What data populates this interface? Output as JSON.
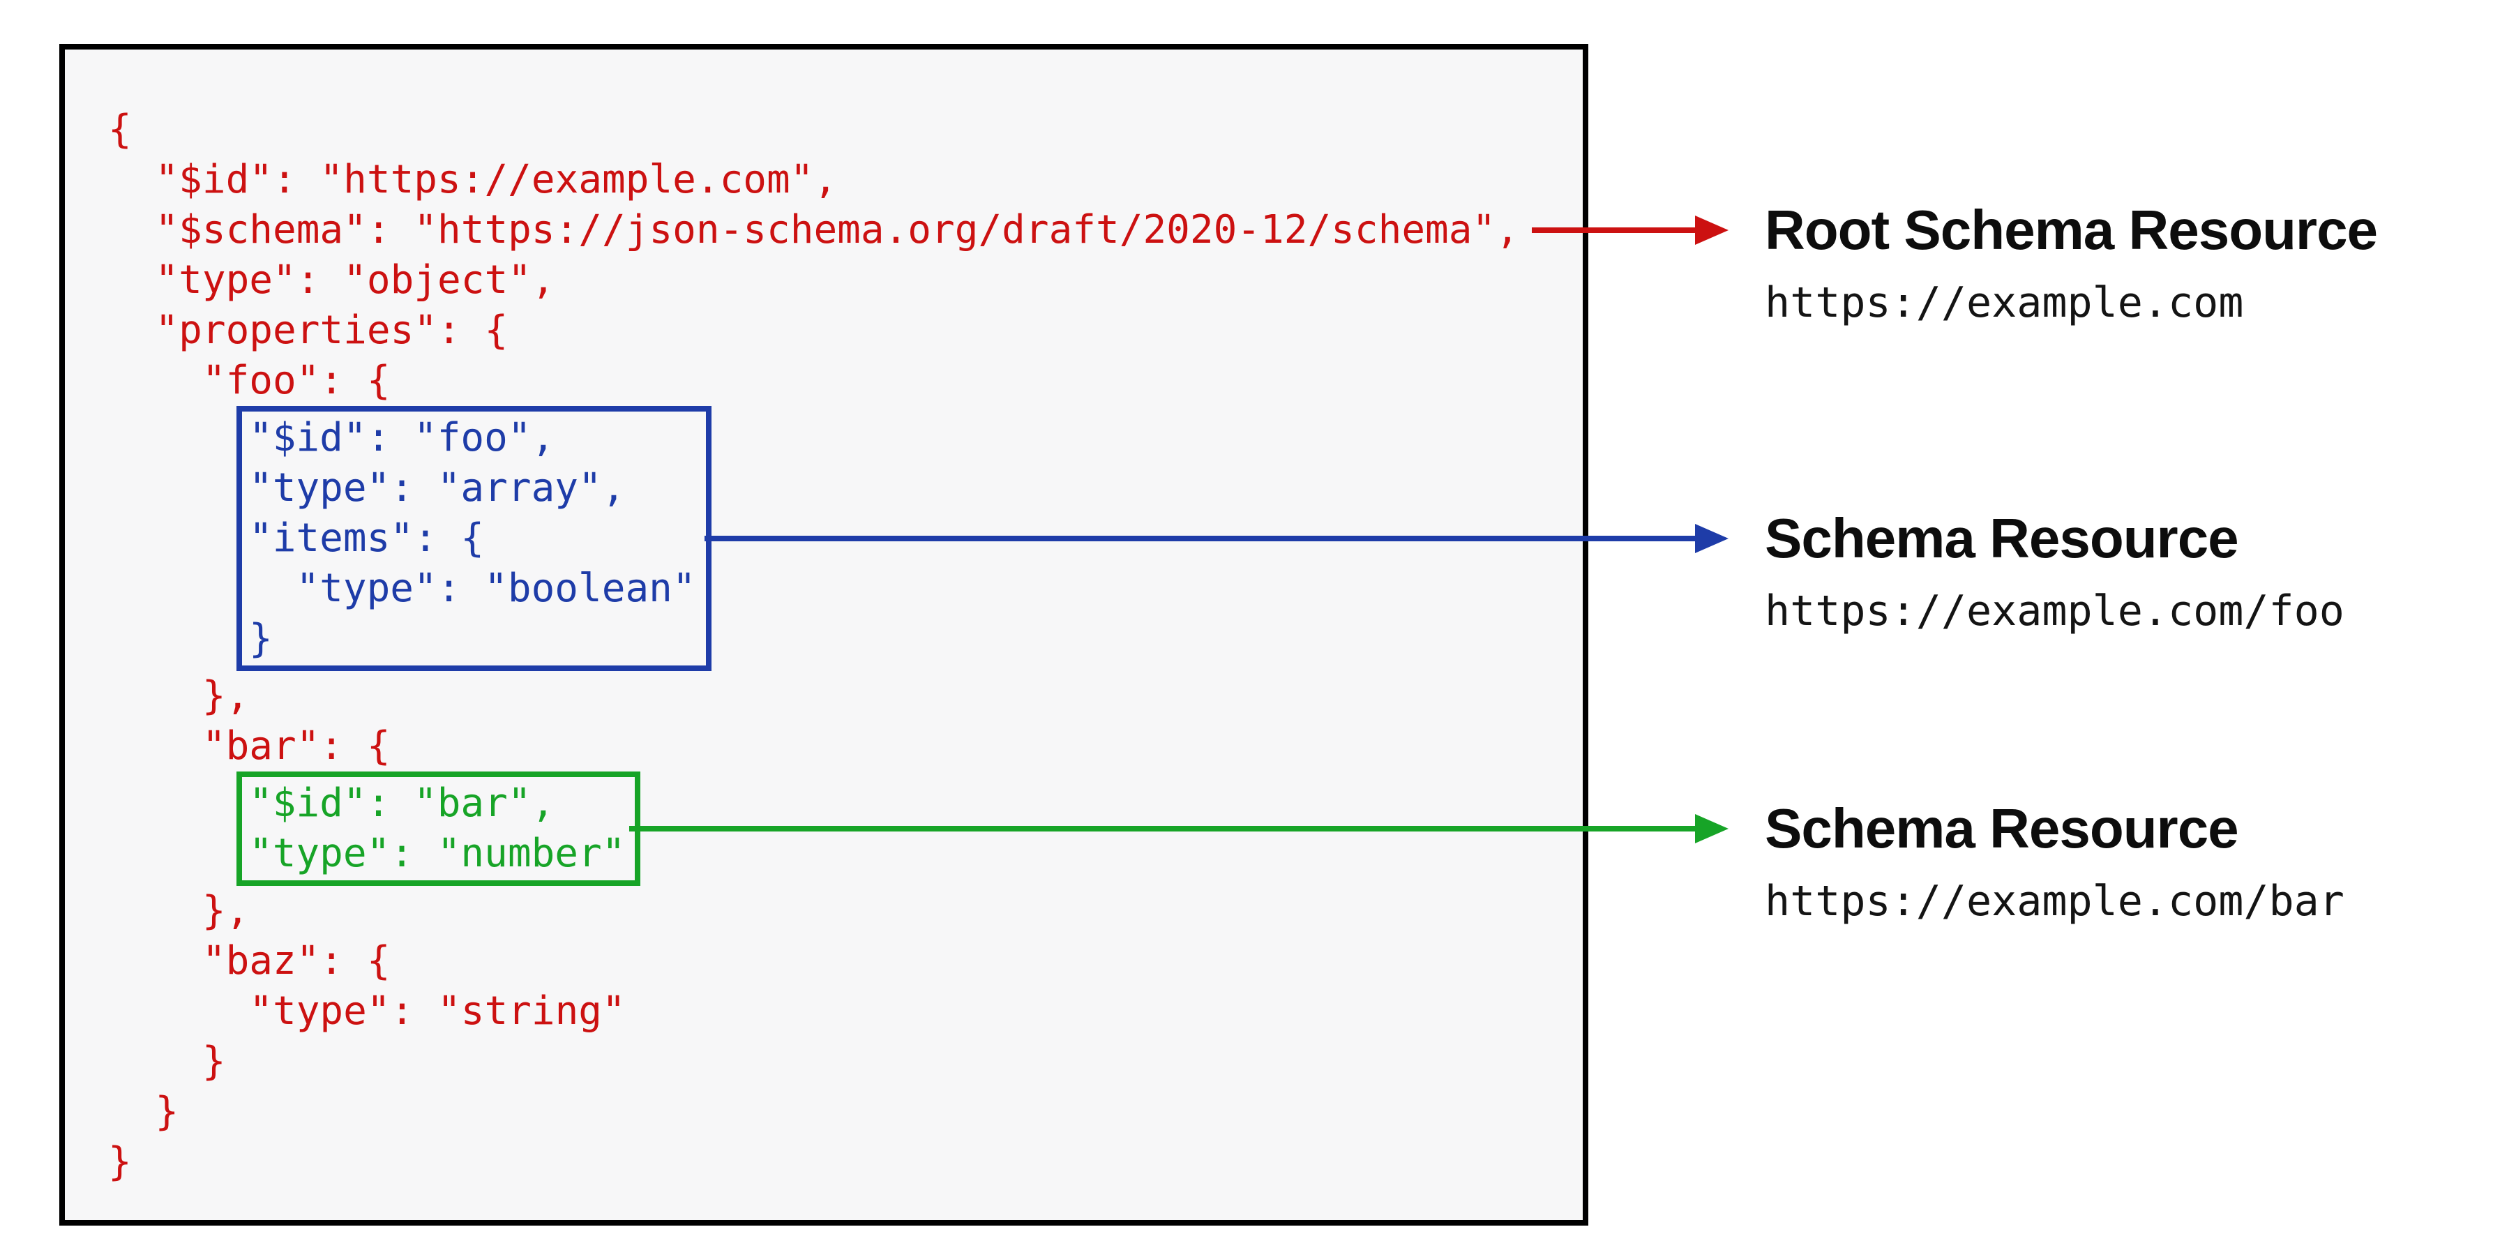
{
  "colors": {
    "red": "#cc1111",
    "blue": "#1e3ca8",
    "green": "#17a427",
    "panel_background": "#f7f7f8",
    "panel_border": "#000000",
    "text": "#0d0d0d"
  },
  "code": {
    "segments": [
      {
        "name": "root-schema-top",
        "color": "red",
        "boxed": false,
        "lines": [
          "{",
          "  \"$id\": \"https://example.com\",",
          "  \"$schema\": \"https://json-schema.org/draft/2020-12/schema\",",
          "  \"type\": \"object\",",
          "  \"properties\": {",
          "    \"foo\": {"
        ]
      },
      {
        "name": "foo-schema-resource",
        "color": "blue",
        "boxed": true,
        "lines": [
          "\"$id\": \"foo\",",
          "\"type\": \"array\",",
          "\"items\": {",
          "  \"type\": \"boolean\"",
          "}"
        ]
      },
      {
        "name": "between-foo-and-bar",
        "color": "red",
        "boxed": false,
        "lines": [
          "    },",
          "    \"bar\": {"
        ]
      },
      {
        "name": "bar-schema-resource",
        "color": "green",
        "boxed": true,
        "lines": [
          "\"$id\": \"bar\",",
          "\"type\": \"number\""
        ]
      },
      {
        "name": "root-schema-bottom",
        "color": "red",
        "boxed": false,
        "lines": [
          "    },",
          "    \"baz\": {",
          "      \"type\": \"string\"",
          "    }",
          "  }",
          "}"
        ]
      }
    ]
  },
  "annotations": [
    {
      "title": "Root Schema Resource",
      "url": "https://example.com",
      "arrow_color": "red"
    },
    {
      "title": "Schema Resource",
      "url": "https://example.com/foo",
      "arrow_color": "blue"
    },
    {
      "title": "Schema Resource",
      "url": "https://example.com/bar",
      "arrow_color": "green"
    }
  ]
}
